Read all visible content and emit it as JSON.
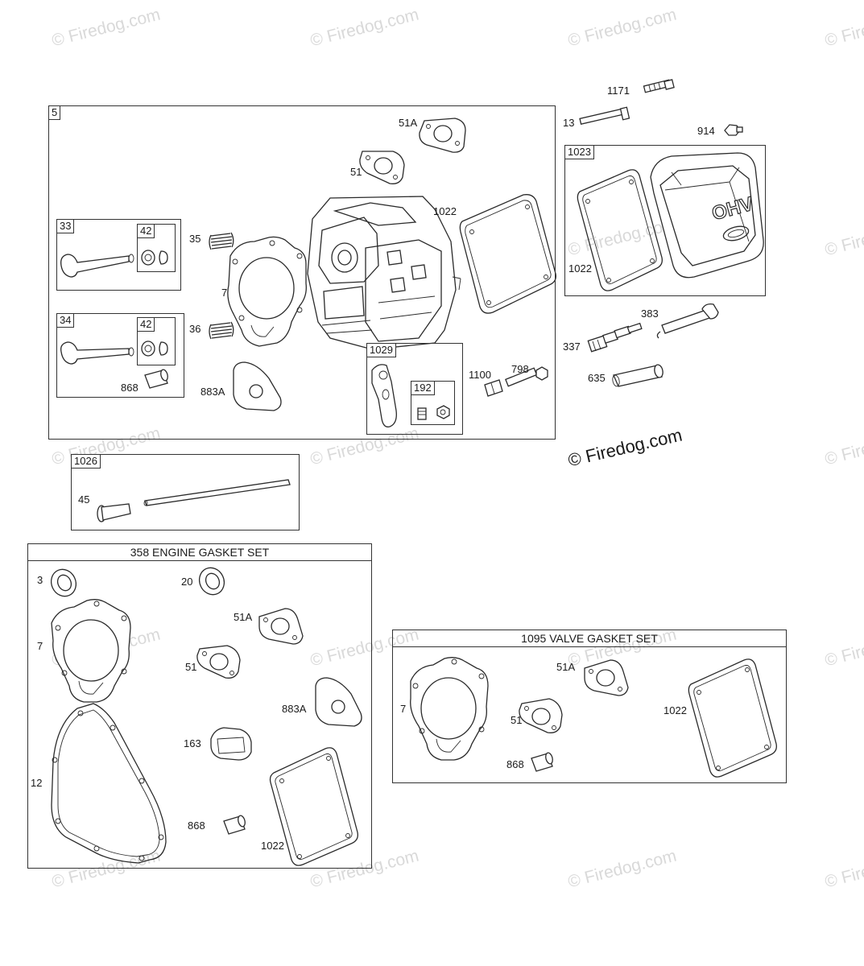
{
  "watermark": {
    "text": "© Firedog.com",
    "main_text": "© Firedog.com"
  },
  "groups": {
    "g5": "5",
    "g33": "33",
    "g42a": "42",
    "g34": "34",
    "g42b": "42",
    "g1029": "1029",
    "g192": "192",
    "g1023": "1023",
    "g1026": "1026"
  },
  "kits": {
    "engine_gasket_set": "358 ENGINE GASKET SET",
    "valve_gasket_set": "1095 VALVE GASKET SET"
  },
  "parts": {
    "p1171": "1171",
    "p13": "13",
    "p914": "914",
    "p51A_top": "51A",
    "p51_top": "51",
    "p1022_top": "1022",
    "p35": "35",
    "p7_top": "7",
    "p36": "36",
    "p868_top": "868",
    "p883A_top": "883A",
    "p1100": "1100",
    "p798": "798",
    "p1022_cover": "1022",
    "p383": "383",
    "p337": "337",
    "p635": "635",
    "p45": "45",
    "e3": "3",
    "e20": "20",
    "e51A": "51A",
    "e7": "7",
    "e51": "51",
    "e883A": "883A",
    "e163": "163",
    "e12": "12",
    "e868": "868",
    "e1022": "1022",
    "v51A": "51A",
    "v7": "7",
    "v51": "51",
    "v1022": "1022",
    "v868": "868"
  },
  "cover_text": "OHV"
}
